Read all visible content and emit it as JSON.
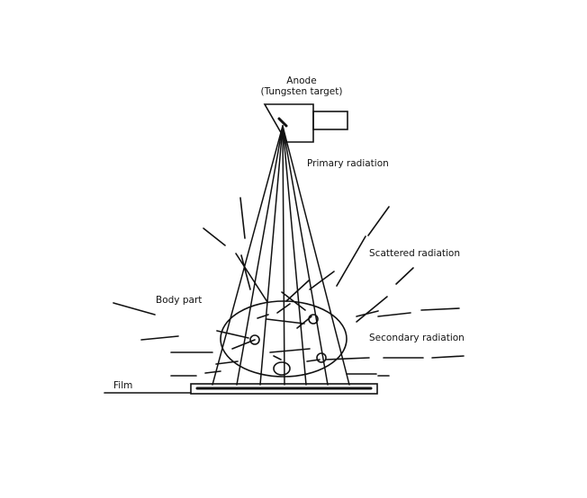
{
  "labels": {
    "anode_line1": "Anode",
    "anode_line2": "(Tungsten target)",
    "primary": "Primary radiation",
    "scattered": "Scattered radiation",
    "body_part": "Body part",
    "secondary": "Secondary radiation",
    "film": "Film"
  }
}
